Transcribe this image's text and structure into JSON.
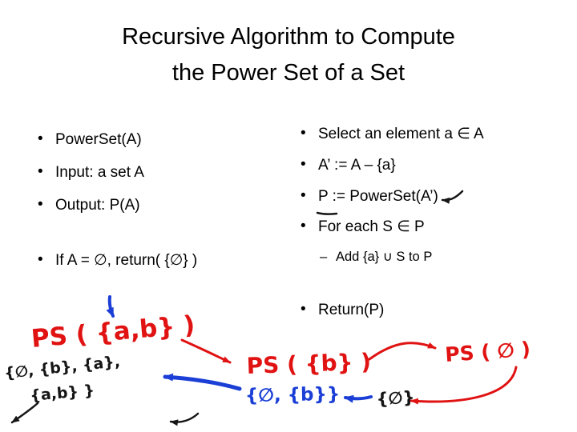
{
  "title": {
    "line1": "Recursive Algorithm to Compute",
    "line2": "the Power Set of a Set"
  },
  "left": {
    "bullets": [
      "PowerSet(A)",
      "Input: a set A",
      "Output: P(A)",
      "If A = ∅, return( {∅} )"
    ]
  },
  "right": {
    "bullets": [
      "Select an element a ∈ A",
      "A’ := A – {a}",
      "P := PowerSet(A’)",
      "For each S ∈ P"
    ],
    "sub_bullet": "Add {a} ∪ S to P",
    "return_bullet": "Return(P)"
  },
  "annotations": {
    "ps_ab": "PS ( {a,b} )",
    "ps_b": "PS ( {b} )",
    "ps_empty": "PS ( ∅ )",
    "blue_set": "{∅, {b}}",
    "black_set_line1": "{∅, {b}, {a},",
    "black_set_line2": "{a,b} }",
    "black_empty_set": "{∅}"
  },
  "colors": {
    "background": "#ffffff",
    "text": "#000000",
    "ink_red": "#e01212",
    "ink_blue": "#1b3fd6",
    "ink_black": "#151515"
  }
}
